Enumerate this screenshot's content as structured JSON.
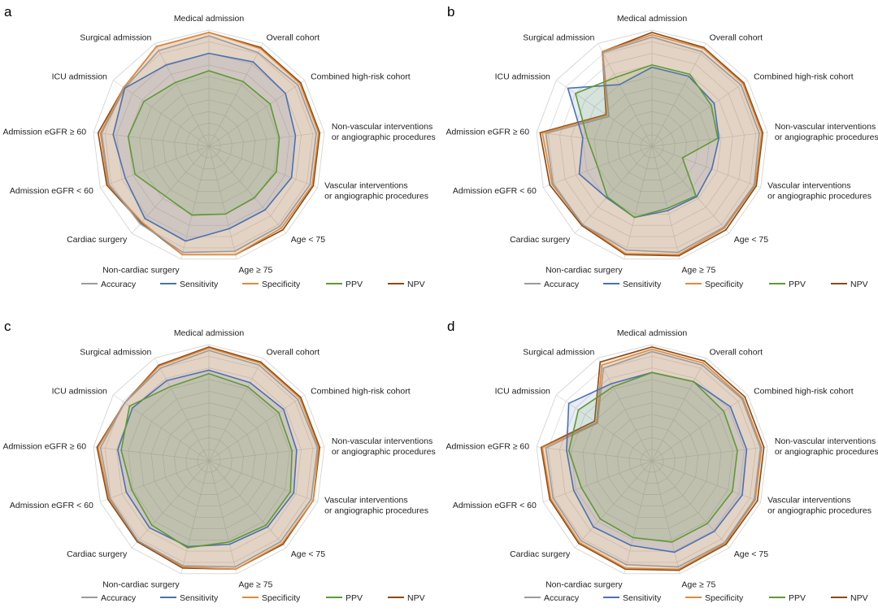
{
  "colors": {
    "Accuracy": "#9b9b9b",
    "Sensitivity": "#4a72b0",
    "Specificity": "#e08a3c",
    "PPV": "#5f9a34",
    "NPV": "#8b4a14",
    "grid": "#d4d4d4"
  },
  "axes": [
    [
      "Medical admission"
    ],
    [
      "Overall cohort"
    ],
    [
      "Combined high-risk cohort"
    ],
    [
      "Non-vascular interventions",
      "or angiographic procedures"
    ],
    [
      "Vascular interventions",
      "or angiographic procedures"
    ],
    [
      "Age < 75"
    ],
    [
      "Age ≥ 75"
    ],
    [
      "Non-cardiac surgery"
    ],
    [
      "Cardiac surgery"
    ],
    [
      "Admission eGFR < 60"
    ],
    [
      "Admission eGFR ≥ 60"
    ],
    [
      "ICU admission"
    ],
    [
      "Surgical admission"
    ]
  ],
  "legend": [
    "Accuracy",
    "Sensitivity",
    "Specificity",
    "PPV",
    "NPV"
  ],
  "chart_data": [
    {
      "type": "radar",
      "panel": "a",
      "rmax": 1,
      "gridlines": 10,
      "series": [
        {
          "name": "Accuracy",
          "values": [
            0.95,
            0.91,
            0.93,
            0.93,
            0.93,
            0.92,
            0.93,
            0.94,
            0.89,
            0.92,
            0.93,
            0.88,
            0.93
          ]
        },
        {
          "name": "Sensitivity",
          "values": [
            0.8,
            0.82,
            0.8,
            0.75,
            0.76,
            0.73,
            0.73,
            0.84,
            0.83,
            0.77,
            0.83,
            0.88,
            0.79
          ]
        },
        {
          "name": "Specificity",
          "values": [
            0.98,
            0.95,
            0.95,
            0.95,
            0.95,
            0.94,
            0.96,
            0.96,
            0.87,
            0.93,
            0.94,
            0.89,
            0.97
          ]
        },
        {
          "name": "PPV",
          "values": [
            0.65,
            0.63,
            0.64,
            0.61,
            0.62,
            0.59,
            0.6,
            0.61,
            0.57,
            0.68,
            0.7,
            0.68,
            0.62
          ]
        },
        {
          "name": "NPV",
          "values": [
            0.98,
            0.96,
            0.96,
            0.96,
            0.96,
            0.96,
            0.96,
            0.96,
            0.88,
            0.94,
            0.96,
            0.89,
            0.97
          ]
        }
      ]
    },
    {
      "type": "radar",
      "panel": "b",
      "rmax": 1,
      "gridlines": 10,
      "series": [
        {
          "name": "Accuracy",
          "values": [
            0.94,
            0.92,
            0.93,
            0.93,
            0.94,
            0.93,
            0.94,
            0.92,
            0.9,
            0.91,
            0.92,
            0.45,
            0.91
          ]
        },
        {
          "name": "Sensitivity",
          "values": [
            0.68,
            0.68,
            0.65,
            0.58,
            0.55,
            0.58,
            0.57,
            0.63,
            0.59,
            0.67,
            0.6,
            0.88,
            0.6
          ]
        },
        {
          "name": "Specificity",
          "values": [
            0.96,
            0.95,
            0.95,
            0.95,
            0.95,
            0.94,
            0.96,
            0.95,
            0.9,
            0.92,
            0.95,
            0.47,
            0.92
          ]
        },
        {
          "name": "PPV",
          "values": [
            0.7,
            0.7,
            0.62,
            0.57,
            0.28,
            0.57,
            0.55,
            0.63,
            0.58,
            0.5,
            0.56,
            0.8,
            0.67
          ]
        },
        {
          "name": "NPV",
          "values": [
            0.98,
            0.96,
            0.96,
            0.96,
            0.96,
            0.96,
            0.97,
            0.96,
            0.91,
            0.94,
            0.97,
            0.48,
            0.92
          ]
        }
      ]
    },
    {
      "type": "radar",
      "panel": "c",
      "rmax": 1,
      "gridlines": 10,
      "series": [
        {
          "name": "Accuracy",
          "values": [
            0.95,
            0.93,
            0.93,
            0.94,
            0.94,
            0.93,
            0.94,
            0.93,
            0.92,
            0.91,
            0.94,
            0.88,
            0.9
          ]
        },
        {
          "name": "Sensitivity",
          "values": [
            0.78,
            0.76,
            0.78,
            0.76,
            0.78,
            0.76,
            0.74,
            0.76,
            0.77,
            0.76,
            0.79,
            0.8,
            0.78
          ]
        },
        {
          "name": "Specificity",
          "values": [
            0.97,
            0.95,
            0.95,
            0.95,
            0.96,
            0.95,
            0.96,
            0.94,
            0.92,
            0.92,
            0.96,
            0.88,
            0.92
          ]
        },
        {
          "name": "PPV",
          "values": [
            0.75,
            0.72,
            0.73,
            0.72,
            0.75,
            0.74,
            0.72,
            0.77,
            0.74,
            0.71,
            0.76,
            0.83,
            0.72
          ]
        },
        {
          "name": "NPV",
          "values": [
            0.98,
            0.96,
            0.96,
            0.96,
            0.96,
            0.96,
            0.96,
            0.95,
            0.93,
            0.93,
            0.97,
            0.88,
            0.93
          ]
        }
      ]
    },
    {
      "type": "radar",
      "panel": "d",
      "rmax": 1,
      "gridlines": 10,
      "series": [
        {
          "name": "Accuracy",
          "values": [
            0.94,
            0.93,
            0.94,
            0.94,
            0.94,
            0.94,
            0.94,
            0.92,
            0.92,
            0.91,
            0.92,
            0.57,
            0.9
          ]
        },
        {
          "name": "Sensitivity",
          "values": [
            0.76,
            0.77,
            0.82,
            0.82,
            0.83,
            0.81,
            0.81,
            0.75,
            0.76,
            0.72,
            0.74,
            0.87,
            0.75
          ]
        },
        {
          "name": "Specificity",
          "values": [
            0.96,
            0.95,
            0.95,
            0.95,
            0.95,
            0.95,
            0.96,
            0.95,
            0.94,
            0.93,
            0.95,
            0.58,
            0.93
          ]
        },
        {
          "name": "PPV",
          "values": [
            0.76,
            0.77,
            0.75,
            0.74,
            0.74,
            0.72,
            0.72,
            0.68,
            0.67,
            0.65,
            0.72,
            0.77,
            0.72
          ]
        },
        {
          "name": "NPV",
          "values": [
            0.98,
            0.97,
            0.97,
            0.97,
            0.97,
            0.96,
            0.97,
            0.96,
            0.95,
            0.94,
            0.96,
            0.6,
            0.96
          ]
        }
      ]
    }
  ]
}
